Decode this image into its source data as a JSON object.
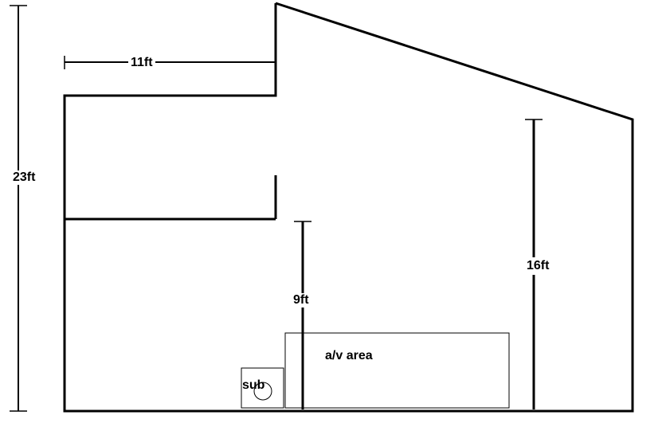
{
  "labels": {
    "total_height": "23ft",
    "width_left": "11ft",
    "low_ceiling": "9ft",
    "right_height": "16ft",
    "av_area": "a/v area",
    "sub": "sub"
  },
  "colors": {
    "line": "#000000",
    "background": "#ffffff"
  }
}
